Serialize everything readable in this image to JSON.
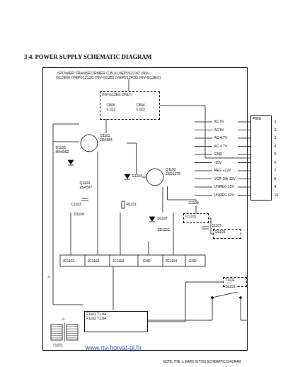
{
  "diagram": {
    "title": "3-4. POWER SUPPLY SCHEMATIC DIAGRAM",
    "nodes": [
      {
        "text": [
          "⚠POWER TRANSFORMER C.B.A (VEP01213C (NV-G12EG) (VEP01212C (NV-G12B) (VEP01243D (NV-G12EU)"
        ]
      },
      {
        "text": [
          "(NV-G12EG ONLY)"
        ],
        "in": 0
      },
      {
        "text": [
          "P808"
        ]
      },
      {
        "text": [
          "Q1101",
          "2SA684"
        ],
        "in": 0
      },
      {
        "text": [
          "Q1102",
          "2SD1275"
        ],
        "in": 0
      },
      {
        "text": [
          "IC1101"
        ],
        "in": 0
      },
      {
        "text": [
          "D1109"
        ],
        "in": 0
      },
      {
        "text": [
          "T1101"
        ],
        "in": 0
      },
      {
        "text": [
          "F1101 T1.6A",
          "F1102 T1.6A"
        ],
        "in": 0
      }
    ],
    "edges": [
      {
        "from": 1,
        "to": 2,
        "arrow": "none"
      },
      {
        "from": 3,
        "to": 4,
        "arrow": "none"
      },
      {
        "from": 4,
        "to": 5,
        "arrow": "none"
      },
      {
        "from": 5,
        "to": 6,
        "arrow": "none"
      },
      {
        "from": 8,
        "to": 7,
        "arrow": "none"
      }
    ],
    "labels": [
      "1",
      "2",
      "3",
      "4",
      "5",
      "6",
      "7",
      "8",
      "9",
      "10",
      "AC IN",
      "AC IN",
      "AC 4.7V",
      "AC 4.7V",
      "GND",
      "-30V",
      "REG +12V",
      "VCR SW 12V",
      "UNREG 15V",
      "UNREG 12V",
      "C806",
      "0.022",
      "C804",
      "0.022",
      "D1105",
      "MA4062",
      "Q1103",
      "2SA567",
      "D1104",
      "C1103",
      "D1106",
      "R1101",
      "D1107",
      "C1106",
      "ZD1101",
      "C1107",
      "JC1101",
      "JC1102",
      "JC1103",
      "GND",
      "JC1104",
      "GND",
      "S1101",
      "T1001",
      "⚠",
      "⚠",
      "NOTE: THE ⚠ MARK IN THIS SCHEMATIC DIAGRAM",
      "www.rtv-horvat-gj.hr"
    ]
  }
}
